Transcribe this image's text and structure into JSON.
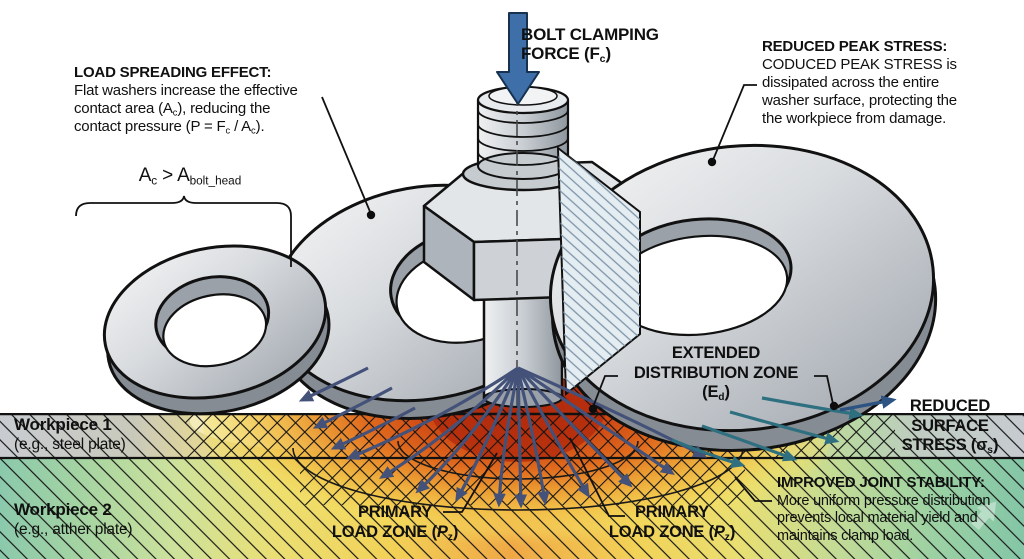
{
  "diagram_title": "Bolt clamping force / flat washer load distribution diagram",
  "colors": {
    "background": "#ffffff",
    "clamp_arrow_blue": "#3f6fa8",
    "load_arrow_slate": "#44527a",
    "distribution_arrow_teal": "#2e6f80",
    "surface_arrow_navy": "#2c5382",
    "heat_core_red": "#ad2a0e",
    "heat_orange": "#e06a1d",
    "heat_yellow": "#f2c247",
    "workpiece1_gray": "#c8ccd1",
    "workpiece2_teal": "#8bc9ac",
    "washer_metal": "#d9dcdf",
    "text": "#101010"
  },
  "labels": {
    "bolt_force": {
      "line1": "BOLT CLAMPING",
      "line2_pre": "FORCE (F",
      "line2_sub": "c",
      "line2_post": ")"
    },
    "load_spreading": {
      "heading": "LOAD SPREADING EFFECT:",
      "line1": "Flat washers increase the effective",
      "line2_pre": "contact area (A",
      "line2_sub": "c",
      "line2_post": "), reducing the",
      "line3_pre": "contact pressure (P = F",
      "line3_sub1": "c",
      "line3_mid": " / A",
      "line3_sub2": "c",
      "line3_post": ")."
    },
    "area_formula": {
      "pre": "A",
      "sub1": "c",
      "mid": " > A",
      "sub2": "bolt_head"
    },
    "reduced_peak": {
      "heading": "REDUCED PEAK STRESS:",
      "line1": "CODUCED PEAK STRESS is",
      "line2": "dissipated across the entire",
      "line3": "washer surface, protecting the",
      "line4": "the workpiece from damage."
    },
    "extended_zone": {
      "line1": "EXTENDED",
      "line2": "DISTRIBUTION ZONE",
      "line3_pre": "(E",
      "line3_sub": "d",
      "line3_post": ")"
    },
    "reduced_surface": {
      "line1": "REDUCED",
      "line2": "SURFACE",
      "line3_pre": "STRESS (σ",
      "line3_sub": "s",
      "line3_post": ")"
    },
    "workpiece1": {
      "name": "Workpiece 1",
      "example": "(e.g., steel plate)"
    },
    "workpiece2": {
      "name": "Workpiece 2",
      "example": "(e.g., atther plate)"
    },
    "primary_zone": {
      "line1": "PRIMARY",
      "line2_pre": "LOAD ZONE (",
      "line2_var": "P",
      "line2_sub": "z",
      "line2_post": ")"
    },
    "improved_stability": {
      "heading": "IMPROVED JOINT STABILITY:",
      "line1": "More uniform pressure distribution",
      "line2": "prevents local material yield and",
      "line3": "maintains clamp load."
    }
  }
}
